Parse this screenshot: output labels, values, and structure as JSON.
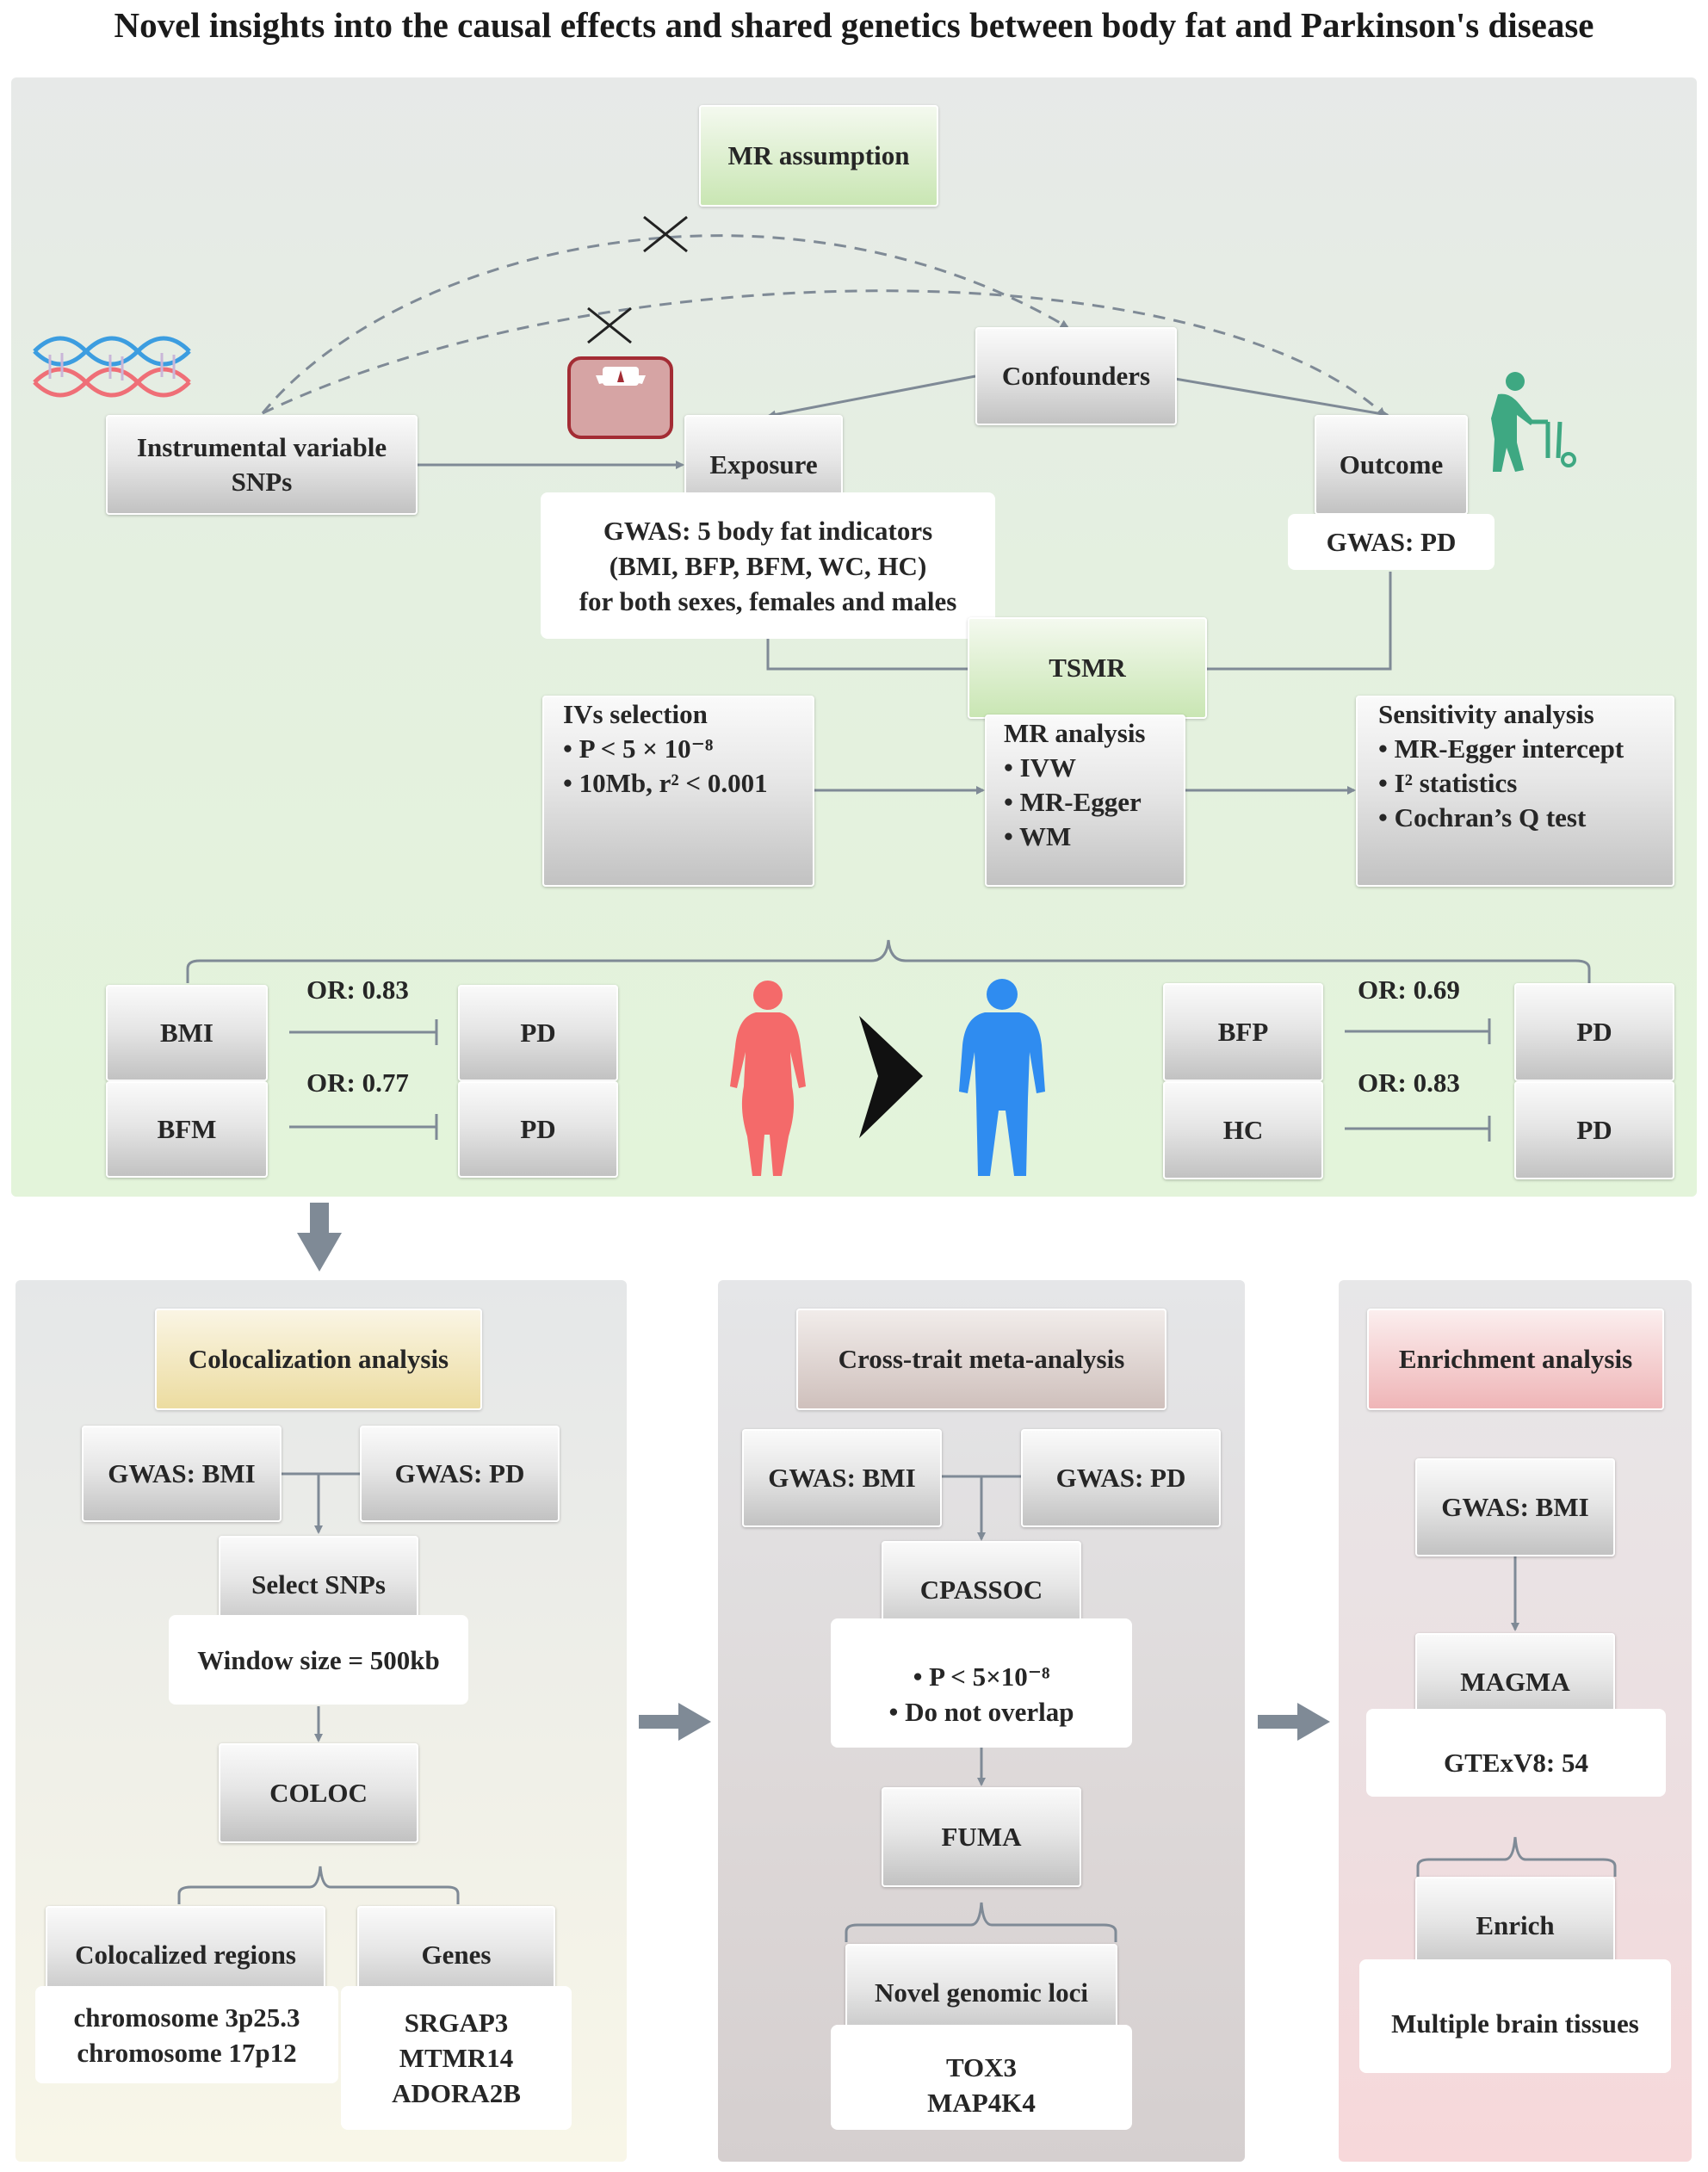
{
  "title": "Novel insights into the causal effects and shared genetics between body fat and Parkinson's disease",
  "mr": {
    "assumption_label": "MR assumption",
    "confounders": "Confounders",
    "iv_line1": "Instrumental variable",
    "iv_line2": "SNPs",
    "exposure": "Exposure",
    "outcome": "Outcome",
    "exposure_gwas": [
      "GWAS: 5 body fat indicators",
      "(BMI, BFP, BFM, WC, HC)",
      "for both sexes, females and males"
    ],
    "outcome_gwas": "GWAS: PD",
    "tsmr": "TSMR",
    "iv_selection": {
      "title": "IVs selection",
      "items": [
        "• P < 5 × 10⁻⁸",
        "• 10Mb, r² < 0.001"
      ]
    },
    "mr_analysis": {
      "title": "MR analysis",
      "items": [
        "•  IVW",
        "• MR-Egger",
        "• WM"
      ]
    },
    "sensitivity": {
      "title": "Sensitivity analysis",
      "items": [
        "•  MR-Egger  intercept",
        "•  I² statistics",
        "•  Cochran’s Q test"
      ]
    }
  },
  "results": {
    "left": [
      {
        "exposure": "BMI",
        "or": "OR: 0.83",
        "outcome": "PD"
      },
      {
        "exposure": "BFM",
        "or": "OR: 0.77",
        "outcome": "PD"
      }
    ],
    "right": [
      {
        "exposure": "BFP",
        "or": "OR: 0.69",
        "outcome": "PD"
      },
      {
        "exposure": "HC",
        "or": "OR: 0.83",
        "outcome": "PD"
      }
    ],
    "colors": {
      "female": "#f46a6a",
      "male": "#2f8cf0",
      "comparator": "#111111"
    }
  },
  "coloc": {
    "label": "Colocalization analysis",
    "gwas_bmi": "GWAS: BMI",
    "gwas_pd": "GWAS: PD",
    "select": "Select SNPs",
    "window": "Window size = 500kb",
    "coloc": "COLOC",
    "regions_label": "Colocalized regions",
    "regions": [
      "chromosome 3p25.3",
      "chromosome 17p12"
    ],
    "genes_label": "Genes",
    "genes": [
      "SRGAP3",
      "MTMR14",
      "ADORA2B"
    ]
  },
  "cross": {
    "label": "Cross-trait meta-analysis",
    "gwas_bmi": "GWAS: BMI",
    "gwas_pd": "GWAS: PD",
    "cpassoc": "CPASSOC",
    "criteria": [
      "• P < 5×10⁻⁸",
      "• Do not overlap"
    ],
    "fuma": "FUMA",
    "loci_label": "Novel genomic loci",
    "loci": [
      "TOX3",
      "MAP4K4"
    ]
  },
  "enrich": {
    "label": "Enrichment analysis",
    "gwas_bmi": "GWAS: BMI",
    "magma": "MAGMA",
    "gtex": "GTExV8: 54",
    "enrich": "Enrich",
    "tissues": "Multiple brain tissues"
  },
  "icons": [
    "dna-icon",
    "scale-icon",
    "elderly-walker-icon",
    "female-silhouette-icon",
    "male-silhouette-icon",
    "greater-than-icon"
  ],
  "palette": {
    "arrow": "#7f8a96",
    "dashed": "#7f8a96",
    "walker": "#3ea882",
    "scale": "#d49a9a"
  }
}
